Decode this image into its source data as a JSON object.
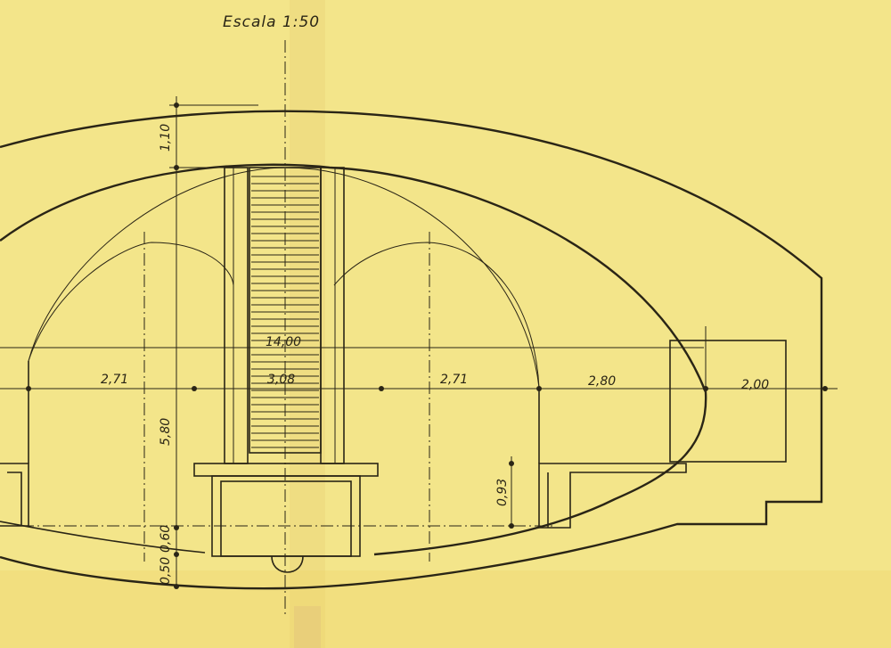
{
  "title": "Escala 1:50",
  "dimensions": {
    "total_width": "14,00",
    "side_span_left": "2,71",
    "center_span": "3,08",
    "side_span_right": "2,71",
    "right_span": "2,80",
    "far_right_span": "2,00",
    "vault_thickness": "1,10",
    "wall_height": "5,80",
    "step_height": "0,93",
    "floor_layer_upper": "0,60",
    "floor_layer_lower": "0,50"
  },
  "colors": {
    "paper": "#f3e58a",
    "ink": "#2a2516"
  }
}
